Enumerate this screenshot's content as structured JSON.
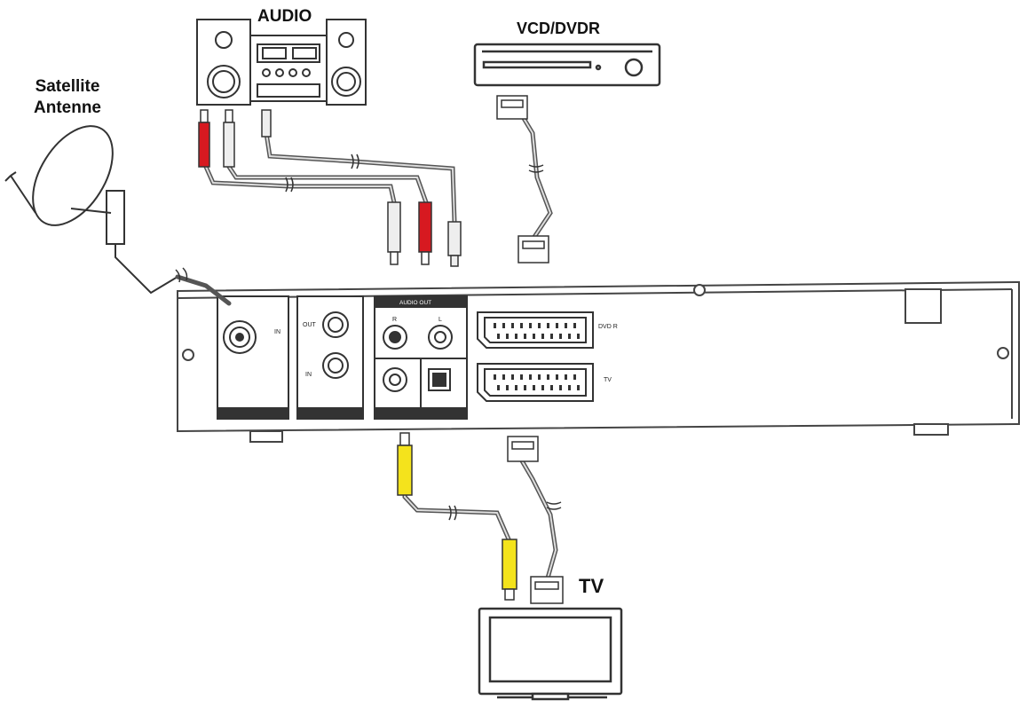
{
  "labels": {
    "satellite_line1": "Satellite",
    "satellite_line2": "Antenne",
    "audio": "AUDIO",
    "vcd_dvdr": "VCD/DVDR",
    "tv": "TV"
  },
  "panel": {
    "lnb_in": "IN",
    "loop_out": "OUT",
    "loop_in": "IN",
    "audio_out": "AUDIO OUT",
    "audio_r": "R",
    "audio_l": "L",
    "scart_dvd": "DVD R",
    "scart_tv": "TV"
  },
  "colors": {
    "red_plug": "#d71920",
    "yellow_plug": "#f4e31c",
    "white_plug": "#eeeeee",
    "outline": "#333333"
  }
}
